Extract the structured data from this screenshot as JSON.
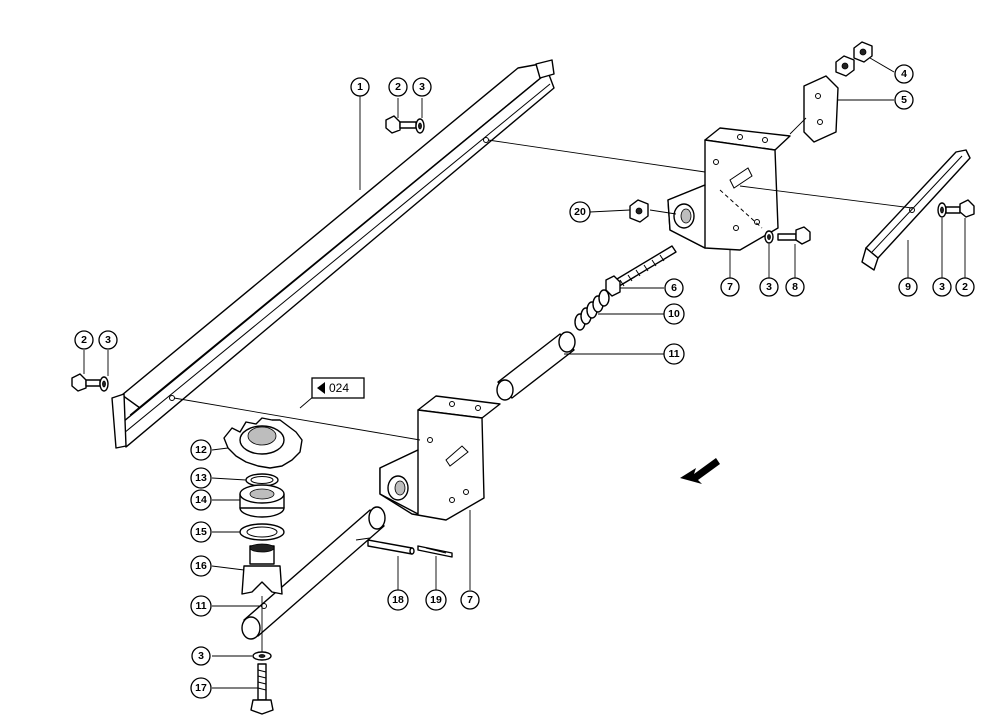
{
  "reference_tag": {
    "arrow": "left-triangle",
    "text": "024"
  },
  "callouts": [
    {
      "id": "c1",
      "label": "1"
    },
    {
      "id": "c2a",
      "label": "2"
    },
    {
      "id": "c3a",
      "label": "3"
    },
    {
      "id": "c4",
      "label": "4"
    },
    {
      "id": "c5",
      "label": "5"
    },
    {
      "id": "c20",
      "label": "20"
    },
    {
      "id": "c6",
      "label": "6"
    },
    {
      "id": "c7a",
      "label": "7"
    },
    {
      "id": "c3b",
      "label": "3"
    },
    {
      "id": "c8",
      "label": "8"
    },
    {
      "id": "c9",
      "label": "9"
    },
    {
      "id": "c3c",
      "label": "3"
    },
    {
      "id": "c2b",
      "label": "2"
    },
    {
      "id": "c10",
      "label": "10"
    },
    {
      "id": "c11a",
      "label": "11"
    },
    {
      "id": "c2c",
      "label": "2"
    },
    {
      "id": "c3d",
      "label": "3"
    },
    {
      "id": "c12",
      "label": "12"
    },
    {
      "id": "c13",
      "label": "13"
    },
    {
      "id": "c14",
      "label": "14"
    },
    {
      "id": "c15",
      "label": "15"
    },
    {
      "id": "c16",
      "label": "16"
    },
    {
      "id": "c11b",
      "label": "11"
    },
    {
      "id": "c3e",
      "label": "3"
    },
    {
      "id": "c17",
      "label": "17"
    },
    {
      "id": "c18",
      "label": "18"
    },
    {
      "id": "c19",
      "label": "19"
    },
    {
      "id": "c7b",
      "label": "7"
    }
  ]
}
